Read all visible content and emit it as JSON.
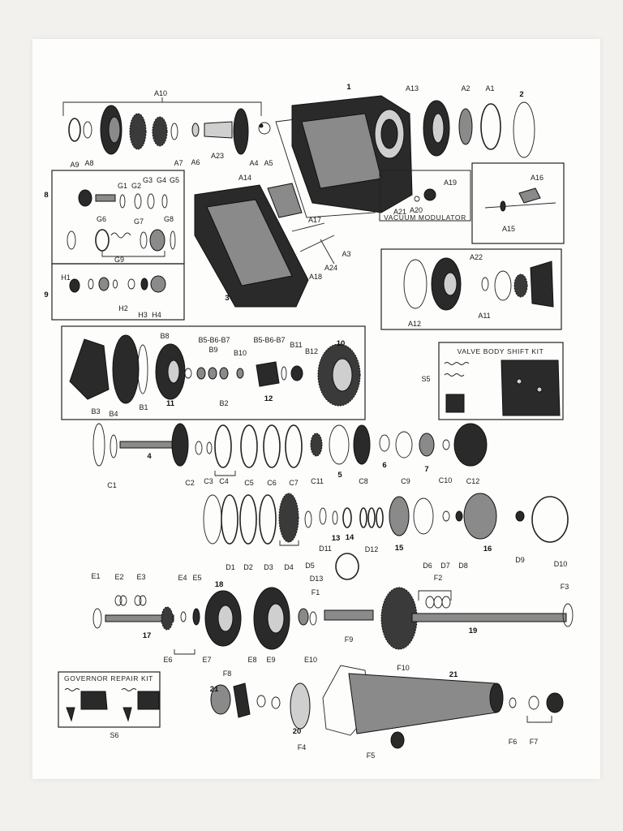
{
  "labels": {
    "n1": "1",
    "a13": "A13",
    "a2": "A2",
    "a1": "A1",
    "n2": "2",
    "a10": "A10",
    "a9": "A9",
    "a8": "A8",
    "a7": "A7",
    "a6": "A6",
    "a23": "A23",
    "a4": "A4",
    "a5": "A5",
    "a14": "A14",
    "a17": "A17",
    "a18": "A18",
    "a24": "A24",
    "a3": "A3",
    "a19": "A19",
    "a21": "A21",
    "a20": "A20",
    "a16": "A16",
    "a15": "A15",
    "a22": "A22",
    "a12": "A12",
    "a11": "A11",
    "n3": "3",
    "n8": "8",
    "g1": "G1",
    "g2": "G2",
    "g3": "G3",
    "g4": "G4",
    "g5": "G5",
    "g6": "G6",
    "g7": "G7",
    "g8": "G8",
    "g9": "G9",
    "n9": "9",
    "h1": "H1",
    "h2": "H2",
    "h3": "H3",
    "h4": "H4",
    "b8": "B8",
    "b567a": "B5-B6-B7",
    "b567b": "B5-B6-B7",
    "b9": "B9",
    "b10": "B10",
    "b11": "B11",
    "b12": "B12",
    "n10": "10",
    "b3": "B3",
    "b4": "B4",
    "b1": "B1",
    "n11": "11",
    "b2": "B2",
    "n12": "12",
    "s5": "S5",
    "c1": "C1",
    "n4": "4",
    "c2": "C2",
    "c3": "C3",
    "c4": "C4",
    "c5": "C5",
    "c6": "C6",
    "c7": "C7",
    "c11": "C11",
    "n5": "5",
    "c8": "C8",
    "n6": "6",
    "c9": "C9",
    "n7": "7",
    "c10": "C10",
    "c12": "C12",
    "d1": "D1",
    "d2": "D2",
    "d3": "D3",
    "d4": "D4",
    "d5": "D5",
    "d11": "D11",
    "n13": "13",
    "n14": "14",
    "d12": "D12",
    "n15": "15",
    "d6": "D6",
    "d7": "D7",
    "d8": "D8",
    "n16": "16",
    "d9": "D9",
    "d10": "D10",
    "d13": "D13",
    "e1": "E1",
    "e2": "E2",
    "e3": "E3",
    "e4": "E4",
    "e5": "E5",
    "n18": "18",
    "f1": "F1",
    "f2": "F2",
    "f3": "F3",
    "n17": "17",
    "f9": "F9",
    "n19": "19",
    "e6": "E6",
    "e7": "E7",
    "e8": "E8",
    "e9": "E9",
    "e10": "E10",
    "f10": "F10",
    "f8": "F8",
    "n21a": "21",
    "n21b": "21",
    "n20": "20",
    "f4": "F4",
    "f5": "F5",
    "f6": "F6",
    "f7": "F7",
    "s6": "S6"
  },
  "captions": {
    "vacuum_modulator": "VACUUM MODULATOR",
    "valve_body_shift_kit": "VALVE BODY SHIFT KIT",
    "governor_repair_kit": "GOVERNOR REPAIR KIT"
  }
}
